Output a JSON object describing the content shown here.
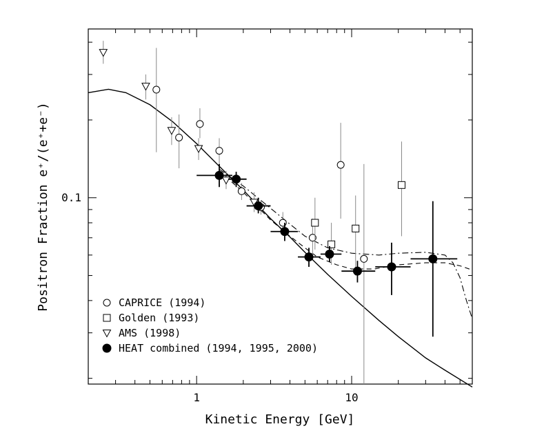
{
  "chart_data": {
    "type": "scatter",
    "title": "",
    "xlabel": "Kinetic Energy [GeV]",
    "ylabel": "Positron Fraction e⁺/(e⁺+e⁻)",
    "x_scale": "log",
    "y_scale": "log",
    "xlim": [
      0.2,
      60
    ],
    "ylim": [
      0.019,
      0.45
    ],
    "x_tick_labels": [
      {
        "value": 1,
        "label": "1"
      },
      {
        "value": 10,
        "label": "10"
      }
    ],
    "y_tick_labels": [
      {
        "value": 0.1,
        "label": "0.1"
      }
    ],
    "grid": false,
    "legend_position": "bottom-left",
    "series": [
      {
        "name": "CAPRICE (1994)",
        "marker": "open-circle",
        "points": [
          {
            "x": 0.55,
            "y": 0.262,
            "ylo": 0.15,
            "yhi": 0.38
          },
          {
            "x": 0.77,
            "y": 0.171,
            "ylo": 0.13,
            "yhi": 0.21
          },
          {
            "x": 1.05,
            "y": 0.193,
            "ylo": 0.17,
            "yhi": 0.222
          },
          {
            "x": 1.4,
            "y": 0.152,
            "ylo": 0.135,
            "yhi": 0.17
          },
          {
            "x": 1.95,
            "y": 0.106,
            "ylo": 0.098,
            "yhi": 0.114
          },
          {
            "x": 2.6,
            "y": 0.092,
            "ylo": 0.086,
            "yhi": 0.098
          },
          {
            "x": 3.6,
            "y": 0.08,
            "ylo": 0.073,
            "yhi": 0.088
          },
          {
            "x": 5.6,
            "y": 0.07,
            "ylo": 0.06,
            "yhi": 0.083
          },
          {
            "x": 8.5,
            "y": 0.134,
            "ylo": 0.083,
            "yhi": 0.195
          },
          {
            "x": 12,
            "y": 0.058,
            "ylo": 0.019,
            "yhi": 0.135
          }
        ]
      },
      {
        "name": "Golden (1993)",
        "marker": "open-square",
        "points": [
          {
            "x": 5.8,
            "y": 0.08,
            "ylo": 0.063,
            "yhi": 0.1
          },
          {
            "x": 7.4,
            "y": 0.066,
            "ylo": 0.055,
            "yhi": 0.08
          },
          {
            "x": 10.6,
            "y": 0.076,
            "ylo": 0.05,
            "yhi": 0.102
          },
          {
            "x": 21,
            "y": 0.112,
            "ylo": 0.071,
            "yhi": 0.165
          }
        ]
      },
      {
        "name": "AMS (1998)",
        "marker": "open-triangle-down",
        "points": [
          {
            "x": 0.25,
            "y": 0.365,
            "ylo": 0.33,
            "yhi": 0.405
          },
          {
            "x": 0.47,
            "y": 0.27,
            "ylo": 0.24,
            "yhi": 0.3
          },
          {
            "x": 0.69,
            "y": 0.182,
            "ylo": 0.16,
            "yhi": 0.205
          },
          {
            "x": 1.03,
            "y": 0.155,
            "ylo": 0.14,
            "yhi": 0.17
          },
          {
            "x": 1.55,
            "y": 0.117,
            "ylo": 0.108,
            "yhi": 0.127
          },
          {
            "x": 2.35,
            "y": 0.096,
            "ylo": 0.088,
            "yhi": 0.105
          }
        ]
      },
      {
        "name": "HEAT combined (1994, 1995, 2000)",
        "marker": "filled-circle",
        "points": [
          {
            "x": 1.4,
            "y": 0.122,
            "ylo": 0.11,
            "yhi": 0.135,
            "xlo": 1.0,
            "xhi": 1.7
          },
          {
            "x": 1.8,
            "y": 0.118,
            "ylo": 0.11,
            "yhi": 0.126,
            "xlo": 1.6,
            "xhi": 2.1
          },
          {
            "x": 2.5,
            "y": 0.093,
            "ylo": 0.087,
            "yhi": 0.1,
            "xlo": 2.1,
            "xhi": 3.0
          },
          {
            "x": 3.7,
            "y": 0.074,
            "ylo": 0.068,
            "yhi": 0.08,
            "xlo": 3.0,
            "xhi": 4.5
          },
          {
            "x": 5.3,
            "y": 0.059,
            "ylo": 0.054,
            "yhi": 0.064,
            "xlo": 4.5,
            "xhi": 6.3
          },
          {
            "x": 7.2,
            "y": 0.0605,
            "ylo": 0.0565,
            "yhi": 0.065,
            "xlo": 6.3,
            "xhi": 8.6
          },
          {
            "x": 10.9,
            "y": 0.052,
            "ylo": 0.047,
            "yhi": 0.057,
            "xlo": 8.6,
            "xhi": 14.2
          },
          {
            "x": 18.1,
            "y": 0.054,
            "ylo": 0.042,
            "yhi": 0.067,
            "xlo": 14.2,
            "xhi": 24.0
          },
          {
            "x": 33.4,
            "y": 0.058,
            "ylo": 0.029,
            "yhi": 0.097,
            "xlo": 24.0,
            "xhi": 48.0
          }
        ]
      }
    ],
    "curves": [
      {
        "style": "solid",
        "points": [
          [
            0.2,
            0.255
          ],
          [
            0.27,
            0.263
          ],
          [
            0.35,
            0.255
          ],
          [
            0.5,
            0.229
          ],
          [
            0.7,
            0.197
          ],
          [
            1,
            0.162
          ],
          [
            1.5,
            0.127
          ],
          [
            2,
            0.107
          ],
          [
            3,
            0.083
          ],
          [
            4,
            0.0705
          ],
          [
            5,
            0.0615
          ],
          [
            7,
            0.0505
          ],
          [
            10,
            0.0415
          ],
          [
            15,
            0.0335
          ],
          [
            20,
            0.029
          ],
          [
            30,
            0.024
          ],
          [
            40,
            0.0215
          ],
          [
            60,
            0.0185
          ]
        ]
      },
      {
        "style": "dashed",
        "points": [
          [
            1.4,
            0.127
          ],
          [
            2,
            0.105
          ],
          [
            3,
            0.082
          ],
          [
            4,
            0.071
          ],
          [
            5,
            0.064
          ],
          [
            6,
            0.059
          ],
          [
            8,
            0.055
          ],
          [
            10,
            0.053
          ],
          [
            14,
            0.053
          ],
          [
            20,
            0.055
          ],
          [
            30,
            0.056
          ],
          [
            40,
            0.056
          ],
          [
            50,
            0.0545
          ],
          [
            60,
            0.0525
          ]
        ]
      },
      {
        "style": "dashdot",
        "points": [
          [
            1.4,
            0.129
          ],
          [
            2,
            0.111
          ],
          [
            3,
            0.091
          ],
          [
            4,
            0.079
          ],
          [
            5,
            0.071
          ],
          [
            7,
            0.064
          ],
          [
            10,
            0.061
          ],
          [
            15,
            0.06
          ],
          [
            20,
            0.061
          ],
          [
            30,
            0.0615
          ],
          [
            40,
            0.06
          ],
          [
            45,
            0.056
          ],
          [
            50,
            0.049
          ],
          [
            55,
            0.04
          ],
          [
            60,
            0.034
          ]
        ]
      }
    ]
  }
}
